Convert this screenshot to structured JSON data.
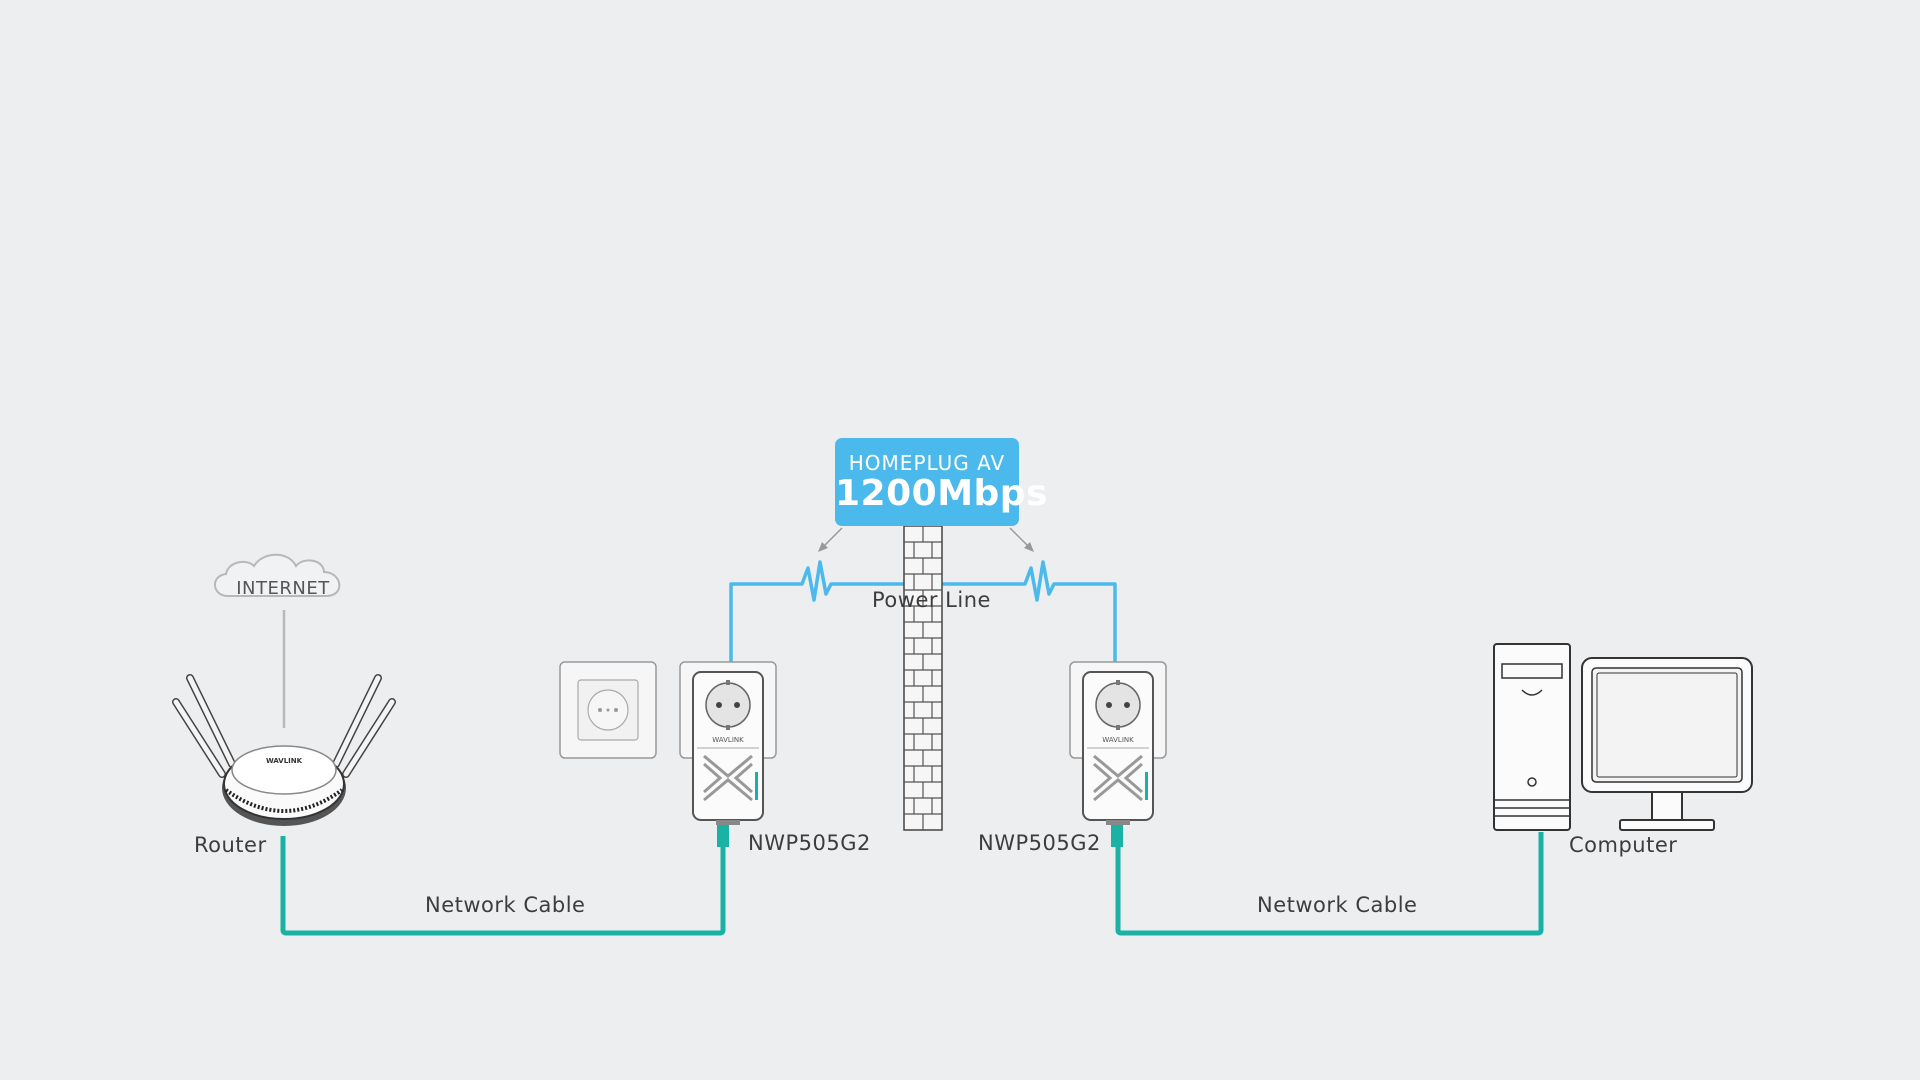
{
  "cloud": {
    "label": "INTERNET"
  },
  "badge": {
    "line1": "HOMEPLUG AV",
    "line2": "1200Mbps"
  },
  "labels": {
    "power_line": "Power Line",
    "router": "Router",
    "adapter_left": "NWP505G2",
    "adapter_right": "NWP505G2",
    "computer": "Computer",
    "cable_left": "Network Cable",
    "cable_right": "Network Cable"
  },
  "brand": {
    "logo": "WAVLINK"
  },
  "colors": {
    "background": "#eceef0",
    "network_cable": "#1ab2a5",
    "power_line": "#4bb9ec",
    "badge": "#4bb9ec",
    "outline": "#444444"
  }
}
